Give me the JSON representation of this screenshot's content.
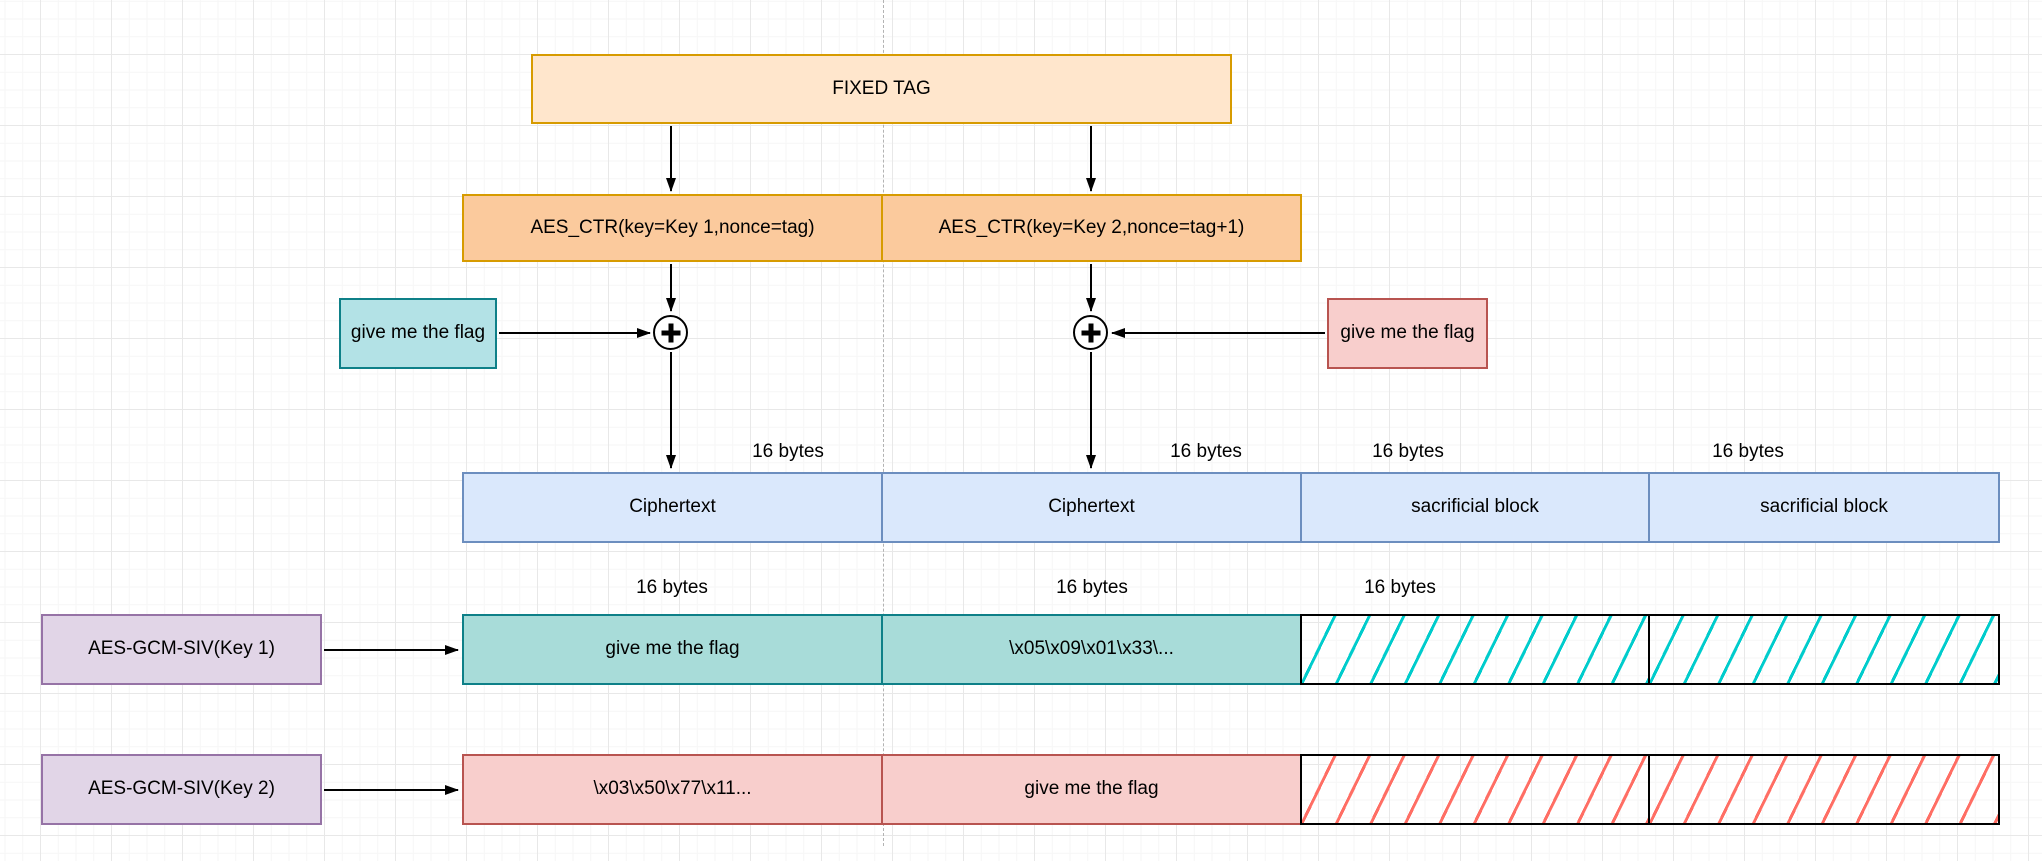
{
  "diagram": {
    "title_node": "FIXED TAG",
    "ctr": {
      "left": "AES_CTR(key=Key 1,nonce=tag)",
      "right": "AES_CTR(key=Key 2,nonce=tag+1)"
    },
    "plaintext_inputs": {
      "left": "give me the flag",
      "right": "give me the flag"
    },
    "xor_operator": "+",
    "ciphertext_row": {
      "size_labels": [
        "16 bytes",
        "16 bytes",
        "16 bytes",
        "16 bytes"
      ],
      "blocks": [
        "Ciphertext",
        "Ciphertext",
        "sacrificial block",
        "sacrificial block"
      ]
    },
    "key1_row": {
      "source": "AES-GCM-SIV(Key 1)",
      "size_labels": [
        "16 bytes",
        "16 bytes",
        "16 bytes"
      ],
      "blocks": [
        "give me the flag",
        "\\x05\\x09\\x01\\x33\\..."
      ]
    },
    "key2_row": {
      "source": "AES-GCM-SIV(Key 2)",
      "blocks": [
        "\\x03\\x50\\x77\\x11...",
        "give me the flag"
      ]
    }
  },
  "colors": {
    "peach_fill": "#FFE6CC",
    "orange_fill": "#FBCA9D",
    "orange_border": "#D79B00",
    "blue_fill": "#DAE8FC",
    "blue_border": "#6C8EBF",
    "teal_fill": "#A8DCD9",
    "teal_border": "#0E8088",
    "pink_fill": "#F8CECC",
    "pink_border": "#B85450",
    "purple_fill": "#E1D5E7",
    "purple_border": "#9673A6",
    "hatch_cyan": "#00CCCC",
    "hatch_red": "#FF6E64",
    "edge_color": "#000000",
    "grid_color": "#e8e8e8"
  }
}
